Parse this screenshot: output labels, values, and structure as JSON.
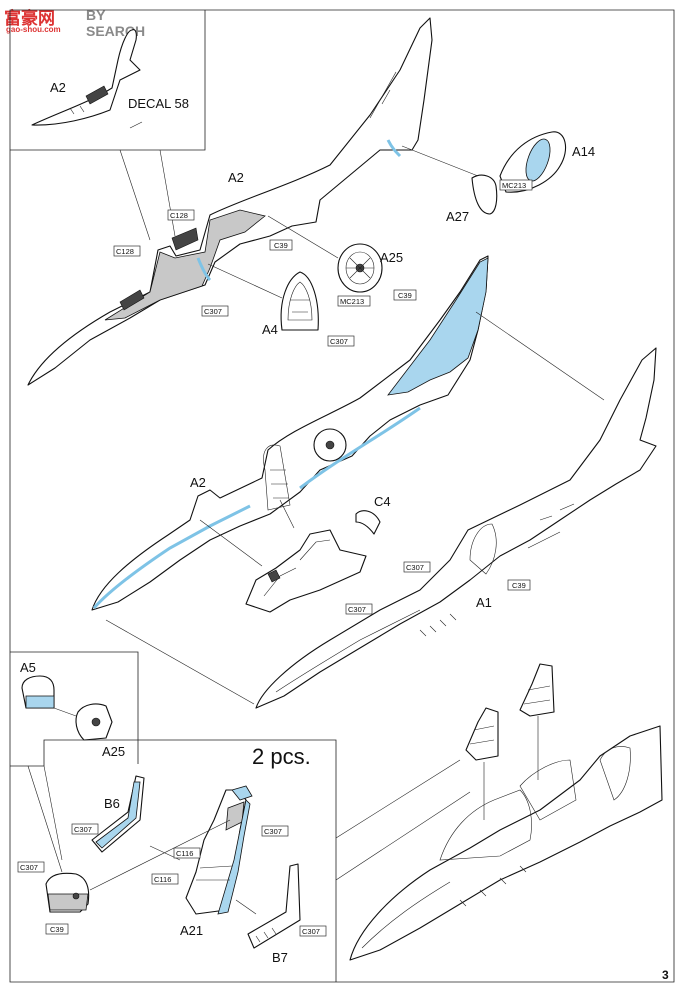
{
  "watermark": {
    "cn": "富豪网",
    "en": "BY SEARCH",
    "url": "gao-shou.com"
  },
  "page_number": "3",
  "labels": {
    "a2_inset": "A2",
    "decal": "DECAL 58",
    "a2_top": "A2",
    "a14": "A14",
    "a27": "A27",
    "a25_top": "A25",
    "a4": "A4",
    "a2_mid": "A2",
    "c4": "C4",
    "a1": "A1",
    "a5": "A5",
    "a25_inset": "A25",
    "qty": "2 pcs.",
    "b6": "B6",
    "a21": "A21",
    "b7": "B7"
  },
  "codes": {
    "c128_a": "C128",
    "c128_b": "C128",
    "c39_a": "C39",
    "c307_a": "C307",
    "mc213_a": "MC213",
    "mc213_b": "MC213",
    "c39_b": "C39",
    "c307_b": "C307",
    "c307_c": "C307",
    "c307_d": "C307",
    "c39_c": "C39",
    "c307_e": "C307",
    "c307_f": "C307",
    "c116_a": "C116",
    "c116_b": "C116",
    "c307_g": "C307",
    "c307_h": "C307",
    "c39_d": "C39"
  },
  "colors": {
    "color_fill_a": "#a9d6ee",
    "color_fill_b": "#c8c8c8",
    "watermark_red": "#dd3333"
  }
}
